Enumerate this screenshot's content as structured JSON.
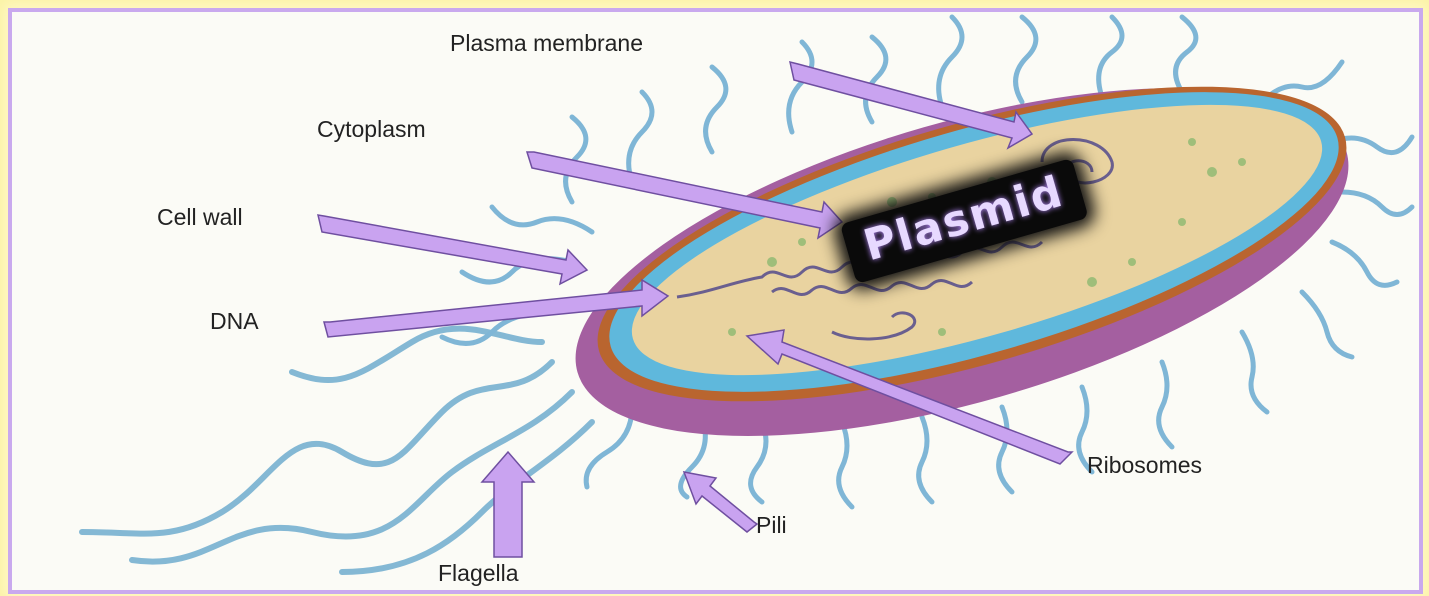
{
  "labels": {
    "plasma_membrane": "Plasma membrane",
    "cytoplasm": "Cytoplasm",
    "cell_wall": "Cell wall",
    "dna": "DNA",
    "ribosomes": "Ribosomes",
    "pili": "Pili",
    "flagella": "Flagella"
  },
  "callout": "Plasmid",
  "colors": {
    "page_border": "#fbf3a6",
    "frame_border": "#c9a9ee",
    "arrow_fill": "#c9a3f0",
    "cell_wall": "#a45fa0",
    "membrane": "#5fb8dc",
    "cytoplasm": "#e9d3a0",
    "pili": "#7fb6d6",
    "dna": "#6a5f8f"
  }
}
